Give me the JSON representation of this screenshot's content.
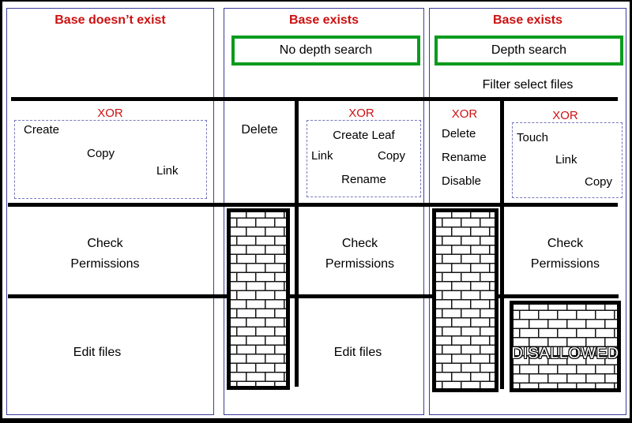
{
  "colors": {
    "title_red": "#cc1111",
    "green_border": "#0a9b1e",
    "column_border_blue": "#3c3c9c",
    "dashed_box_blue": "#7878c0",
    "line_black": "#000000"
  },
  "columns": [
    {
      "title": "Base doesn’t exist",
      "xor": "XOR",
      "operations": {
        "create": "Create",
        "copy": "Copy",
        "link": "Link"
      },
      "check_line1": "Check",
      "check_line2": "Permissions",
      "edit": "Edit files"
    },
    {
      "title": "Base exists",
      "search_mode": "No depth search",
      "delete": "Delete",
      "xor": "XOR",
      "operations": {
        "create_leaf": "Create Leaf",
        "link": "Link",
        "copy": "Copy",
        "rename": "Rename"
      },
      "check_line1": "Check",
      "check_line2": "Permissions",
      "edit": "Edit files"
    },
    {
      "title": "Base exists",
      "search_mode": "Depth search",
      "filter": "Filter select files",
      "xor_left": "XOR",
      "left_operations": {
        "delete": "Delete",
        "rename": "Rename",
        "disable": "Disable"
      },
      "xor_right": "XOR",
      "operations": {
        "touch": "Touch",
        "link": "Link",
        "copy": "Copy"
      },
      "check_line1": "Check",
      "check_line2": "Permissions",
      "disallowed": "DISALLOWED"
    }
  ]
}
